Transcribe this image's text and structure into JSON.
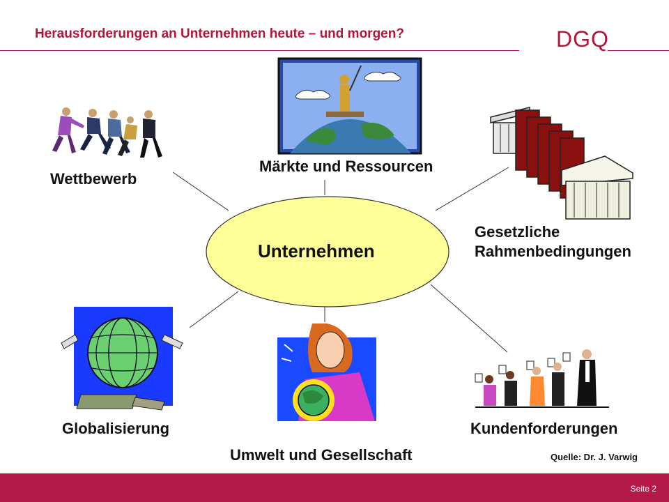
{
  "header": {
    "title": "Herausforderungen an Unternehmen heute – und morgen?",
    "logo_text": "DGQ",
    "accent_color": "#b0163c"
  },
  "diagram": {
    "center": "Unternehmen",
    "center_fill": "#ffff99",
    "nodes": [
      {
        "label": "Wettbewerb",
        "icon": "business-people-racing-icon"
      },
      {
        "label": "Märkte und Ressourcen",
        "icon": "person-fishing-on-globe-icon"
      },
      {
        "label_line1": "Gesetzliche",
        "label_line2": "Rahmenbedingungen",
        "icon": "law-books-and-courthouse-icon"
      },
      {
        "label": "Globalisierung",
        "icon": "globe-with-money-icon"
      },
      {
        "label": "Umwelt und Gesellschaft",
        "icon": "woman-holding-earth-icon"
      },
      {
        "label": "Kundenforderungen",
        "icon": "customers-with-rating-signs-icon"
      }
    ]
  },
  "source": "Quelle: Dr. J. Varwig",
  "footer": {
    "page_label": "Seite 2",
    "color": "#b51949"
  }
}
